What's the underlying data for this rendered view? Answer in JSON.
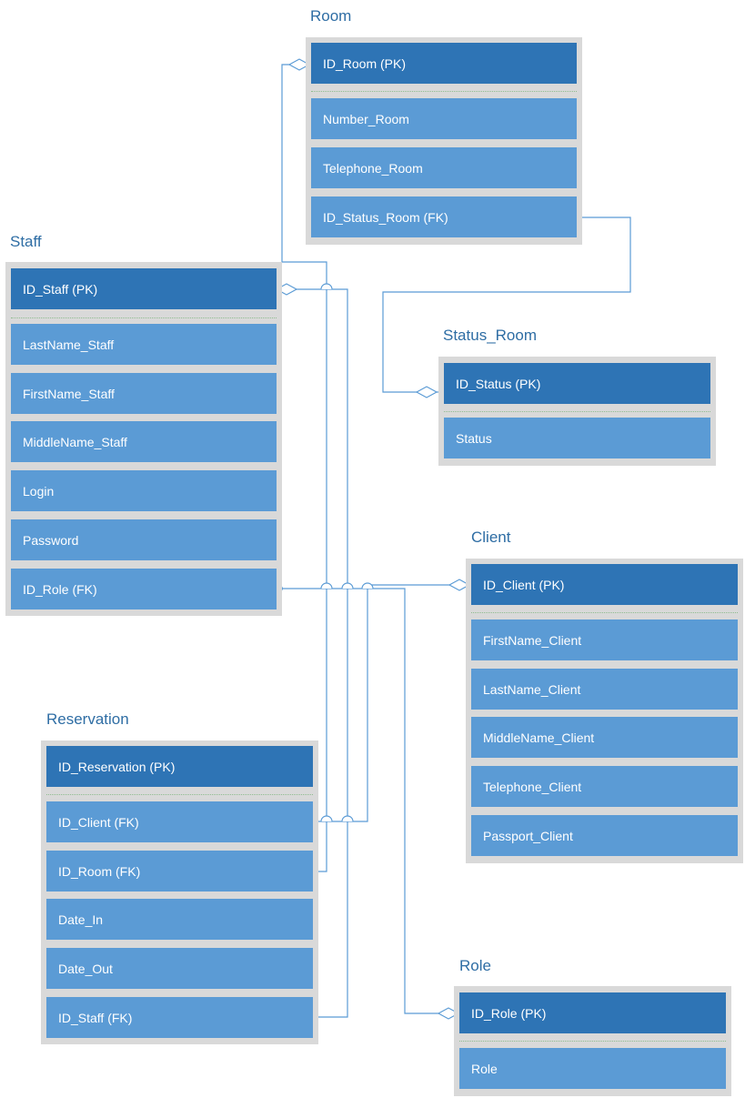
{
  "entities": {
    "room": {
      "title": "Room",
      "pk": "ID_Room (PK)",
      "attrs": [
        "Number_Room",
        "Telephone_Room",
        "ID_Status_Room (FK)"
      ]
    },
    "staff": {
      "title": "Staff",
      "pk": "ID_Staff (PK)",
      "attrs": [
        "LastName_Staff",
        "FirstName_Staff",
        "MiddleName_Staff",
        "Login",
        "Password",
        "ID_Role (FK)"
      ]
    },
    "status_room": {
      "title": "Status_Room",
      "pk": "ID_Status (PK)",
      "attrs": [
        "Status"
      ]
    },
    "client": {
      "title": "Client",
      "pk": "ID_Client (PK)",
      "attrs": [
        "FirstName_Client",
        "LastName_Client",
        "MiddleName_Client",
        "Telephone_Client",
        "Passport_Client"
      ]
    },
    "reservation": {
      "title": "Reservation",
      "pk": "ID_Reservation (PK)",
      "attrs": [
        "ID_Client (FK)",
        "ID_Room (FK)",
        "Date_In",
        "Date_Out",
        "ID_Staff (FK)"
      ]
    },
    "role": {
      "title": "Role",
      "pk": "ID_Role (PK)",
      "attrs": [
        "Role"
      ]
    }
  },
  "colors": {
    "pk": "#2e74b5",
    "attr": "#5b9bd5",
    "frame": "#d9d9d9",
    "line": "#5b9bd5",
    "title": "#2e6da4"
  }
}
